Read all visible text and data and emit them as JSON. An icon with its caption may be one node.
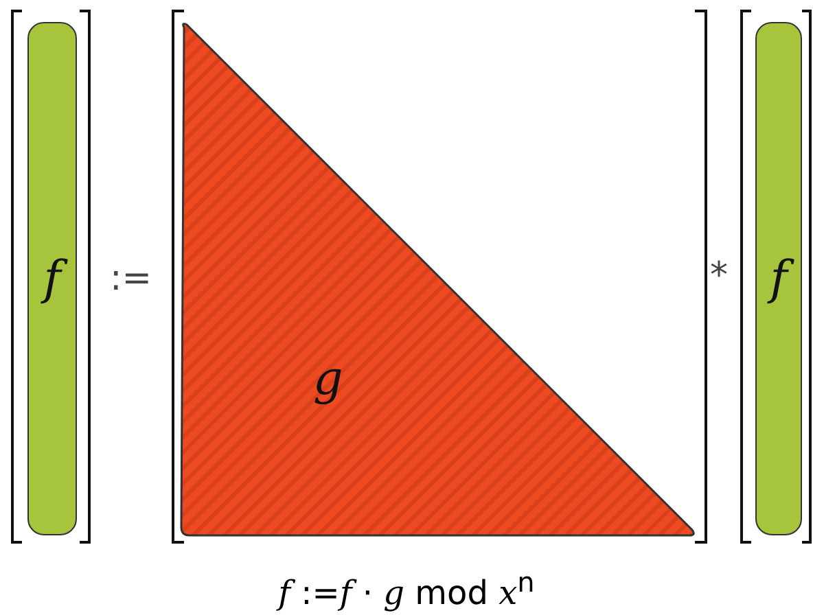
{
  "diagram": {
    "caption": "*f* :=*f* · *g* mod *x*$^{n}$",
    "nodes": [
      {
        "text": [
          "f"
        ]
      },
      {
        "text": [
          "g"
        ]
      },
      {
        "text": [
          "f"
        ]
      }
    ],
    "labels": [
      ":=",
      "*"
    ]
  }
}
